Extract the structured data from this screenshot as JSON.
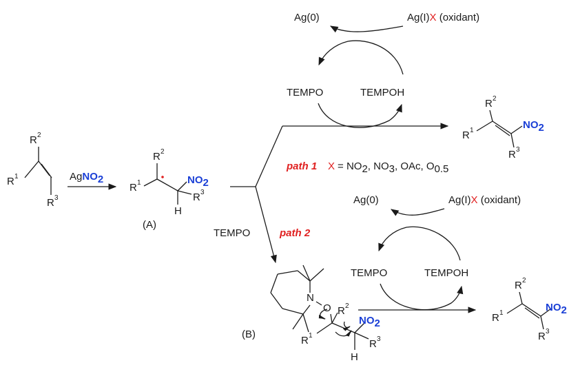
{
  "reagents": {
    "agno2_ag": "Ag",
    "agno2_no2": "NO",
    "agno2_sub": "2",
    "tempo": "TEMPO"
  },
  "labels": {
    "intermediate_a": "(A)",
    "intermediate_b": "(B)"
  },
  "substituents": {
    "r": "R",
    "s1": "1",
    "s2": "2",
    "s3": "3",
    "h": "H",
    "no2": "NO",
    "no2_sub": "2",
    "n": "N",
    "o": "O"
  },
  "path1": {
    "label": "path 1",
    "x_symbol": "X",
    "x_def": "= NO",
    "x_def_sub": "2",
    "x_def_rest": ", NO",
    "x_def_sub2": "3",
    "x_def_rest2": ", OAc, O",
    "x_def_sub3": "0.5"
  },
  "path2": {
    "label": "path 2"
  },
  "cycle_top": {
    "ag0": "Ag(0)",
    "agi": "Ag(I)",
    "x": "X",
    "oxidant": " (oxidant)",
    "tempo": "TEMPO",
    "tempoh": "TEMPOH"
  },
  "cycle_bottom": {
    "ag0": "Ag(0)",
    "agi": "Ag(I)",
    "x": "X",
    "oxidant": " (oxidant)",
    "tempo": "TEMPO",
    "tempoh": "TEMPOH"
  }
}
